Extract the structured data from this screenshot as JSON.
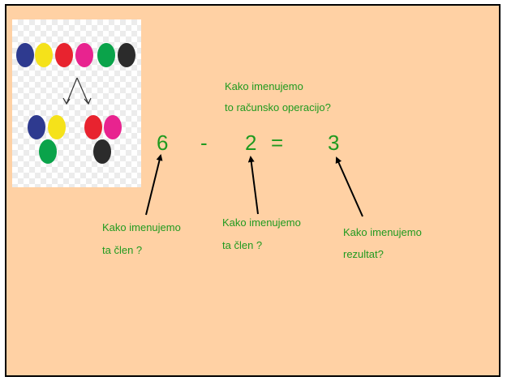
{
  "question": {
    "line1": "Kako imenujemo",
    "line2": "to računsko operacijo?"
  },
  "equation": {
    "first": "6",
    "minus": "-",
    "second": "2",
    "equals": "=",
    "result": "3"
  },
  "labels": {
    "first_line1": "Kako imenujemo",
    "first_line2": "ta člen ?",
    "second_line1": "Kako imenujemo",
    "second_line2": "ta člen ?",
    "result_line1": "Kako imenujemo",
    "result_line2": "rezultat?"
  },
  "illustration": {
    "top_row_colors": [
      "#2e3a8f",
      "#f5e21a",
      "#e8232f",
      "#e8238f",
      "#0aa34a",
      "#2b2b2b"
    ],
    "left_group_colors": [
      "#2e3a8f",
      "#f5e21a",
      "#0aa34a"
    ],
    "right_group_colors": [
      "#e8232f",
      "#e8238f",
      "#2b2b2b"
    ]
  },
  "colors": {
    "background": "#ffd1a4",
    "text": "#1f9a1f"
  }
}
